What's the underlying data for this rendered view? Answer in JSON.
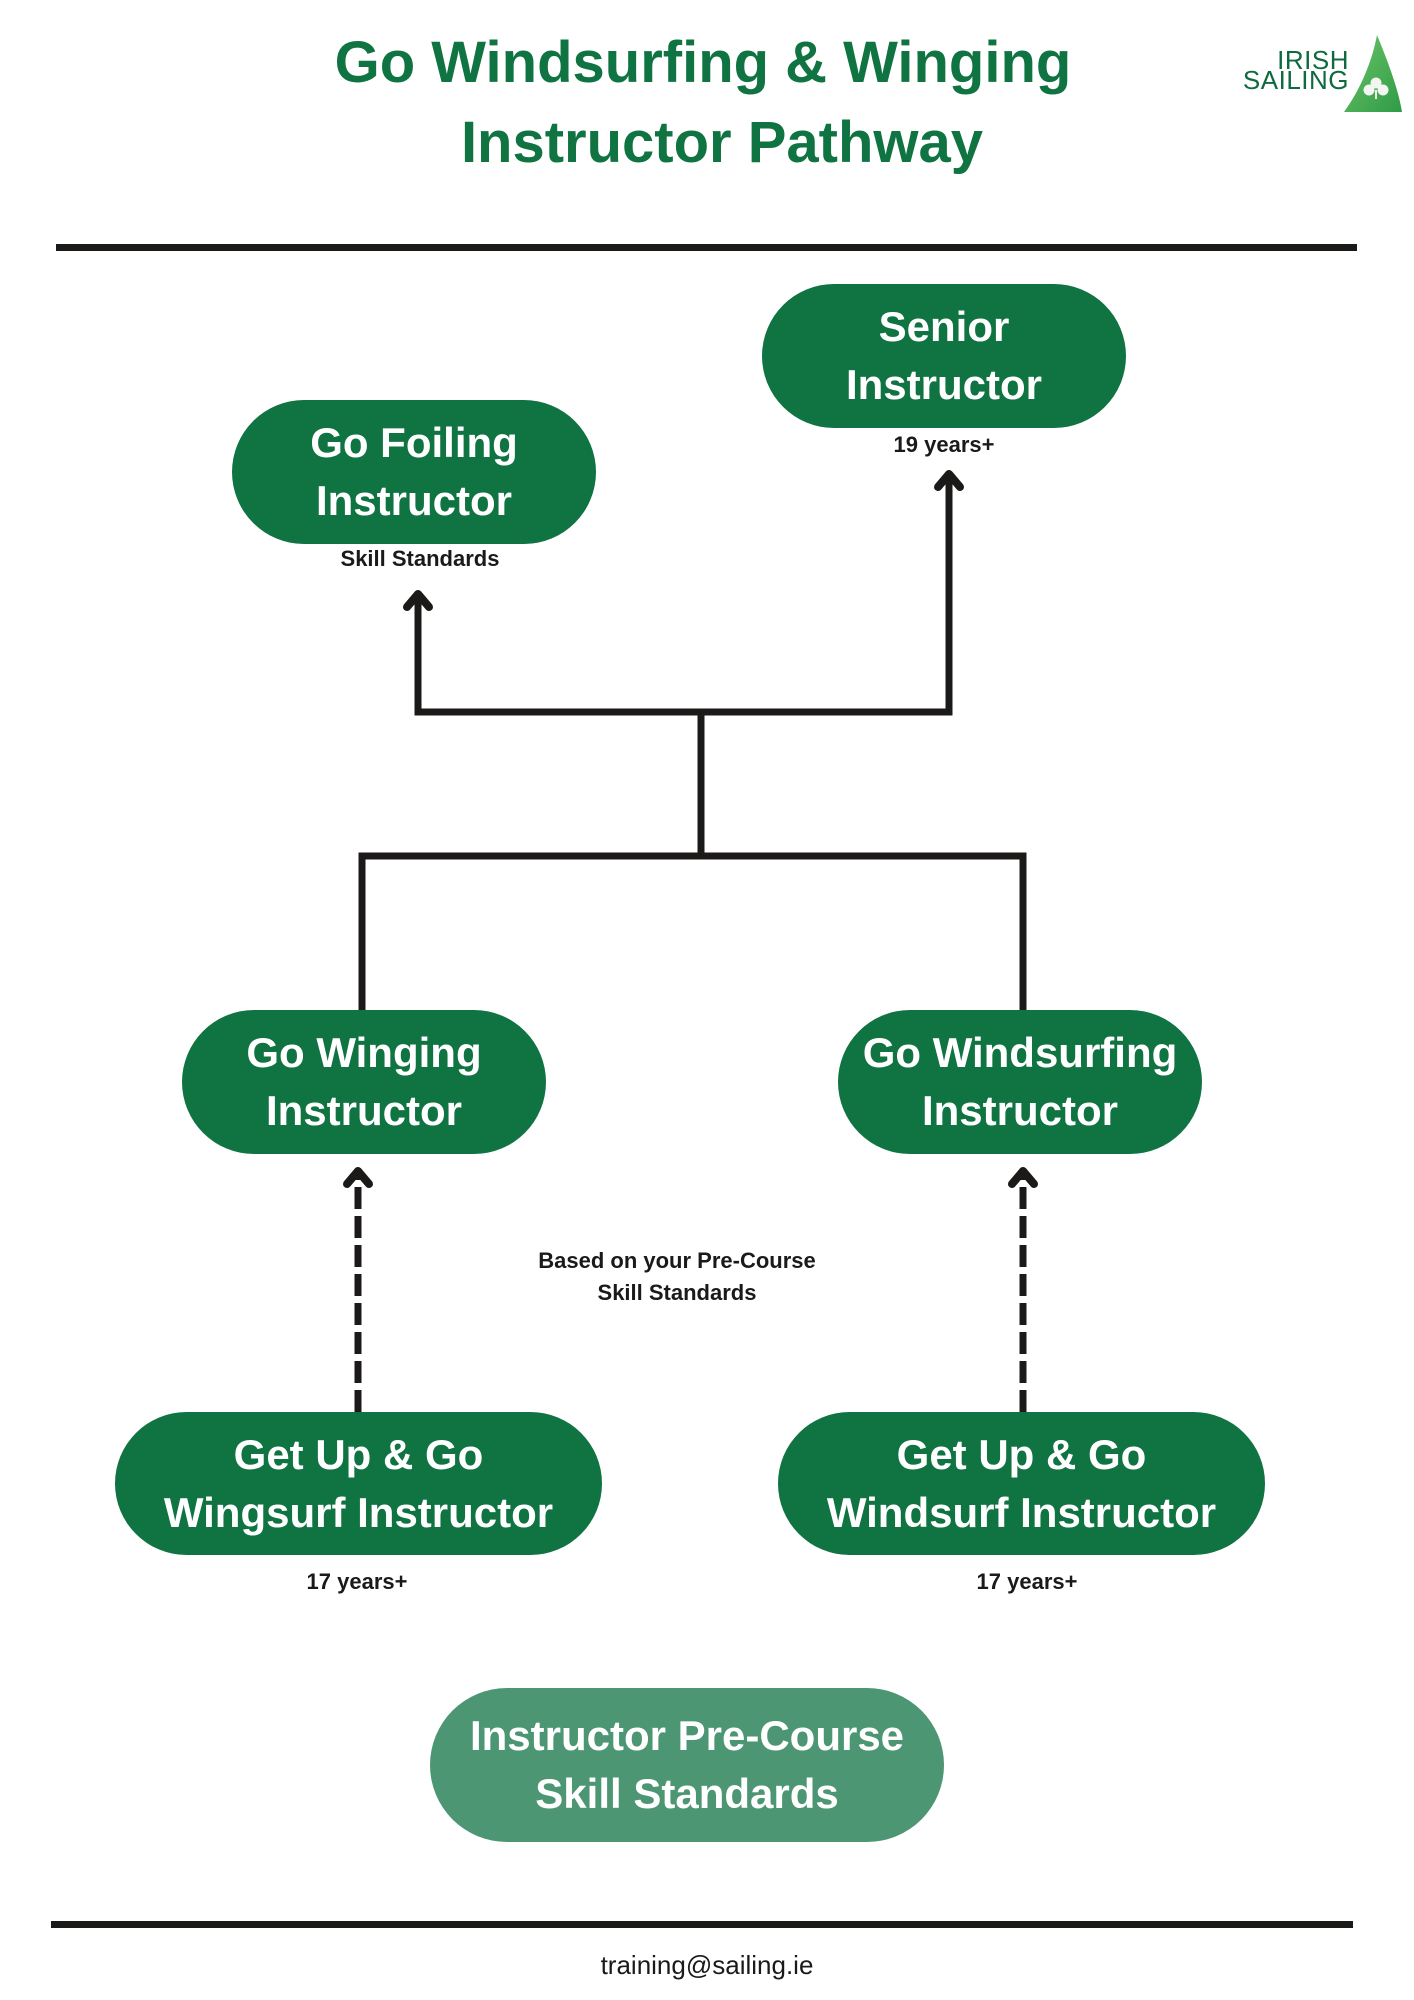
{
  "header": {
    "title_line1": "Go Windsurfing & Winging",
    "title_line2": "Instructor Pathway",
    "logo": {
      "line1": "IRISH",
      "line2": "SAILING",
      "icon": "shamrock-sail-icon"
    }
  },
  "colors": {
    "brand_green": "#0f7342",
    "light_green": "#4c9673",
    "line": "#1c1a18"
  },
  "nodes": {
    "senior": {
      "line1": "Senior",
      "line2": "Instructor",
      "caption": "19 years+"
    },
    "foiling": {
      "line1": "Go Foiling",
      "line2": "Instructor",
      "caption": "Skill Standards"
    },
    "winging": {
      "line1": "Go Winging",
      "line2": "Instructor"
    },
    "windsurfing": {
      "line1": "Go Windsurfing",
      "line2": "Instructor"
    },
    "wingsurf_getup": {
      "line1": "Get Up & Go",
      "line2": "Wingsurf Instructor",
      "caption": "17 years+"
    },
    "windsurf_getup": {
      "line1": "Get Up & Go",
      "line2": "Windsurf Instructor",
      "caption": "17 years+"
    },
    "precourse": {
      "line1": "Instructor Pre-Course",
      "line2": "Skill Standards"
    }
  },
  "annotation": {
    "line1": "Based on your Pre-Course",
    "line2": "Skill Standards"
  },
  "footer": {
    "email": "training@sailing.ie"
  }
}
